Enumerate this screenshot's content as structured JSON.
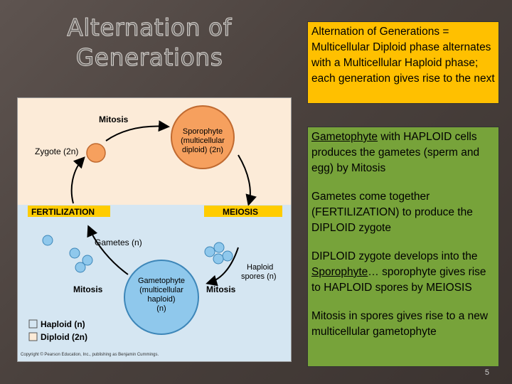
{
  "slide": {
    "title": "Alternation of Generations",
    "slide_number": "5"
  },
  "top_box": {
    "text": "Alternation of Generations = Multicellular Diploid phase alternates with a Multicellular Haploid phase; each generation gives rise to the next"
  },
  "green_box": {
    "p1_link": "Gametophyte",
    "p1_rest": " with HAPLOID cells produces the gametes (sperm and egg) by Mitosis",
    "p2": "Gametes come together (FERTILIZATION) to produce the DIPLOID zygote",
    "p3_start": "DIPLOID zygote develops into the ",
    "p3_link": "Sporophyte",
    "p3_rest": "… sporophyte gives rise to HAPLOID spores by MEIOSIS",
    "p4": "Mitosis in spores gives rise to a new multicellular gametophyte"
  },
  "diagram": {
    "mitosis_top": "Mitosis",
    "zygote": "Zygote (2n)",
    "sporophyte_l1": "Sporophyte",
    "sporophyte_l2": "(multicellular",
    "sporophyte_l3": "diploid) (2n)",
    "fertilization": "FERTILIZATION",
    "meiosis": "MEIOSIS",
    "gametes": "Gametes (n)",
    "haploid_spores_l1": "Haploid",
    "haploid_spores_l2": "spores (n)",
    "gametophyte_l1": "Gametophyte",
    "gametophyte_l2": "(multicellular",
    "gametophyte_l3": "haploid)",
    "gametophyte_l4": "(n)",
    "mitosis_left": "Mitosis",
    "mitosis_right": "Mitosis",
    "legend_haploid": "Haploid (n)",
    "legend_diploid": "Diploid (2n)",
    "copyright": "Copyright © Pearson Education, Inc., publishing as Benjamin Cummings.",
    "colors": {
      "haploid_bg": "#d5e6f2",
      "diploid_bg": "#fcebd8",
      "cell_blue": "#8fc8ec",
      "cell_orange": "#f6a05e",
      "label_yellow": "#ffcc00"
    }
  }
}
